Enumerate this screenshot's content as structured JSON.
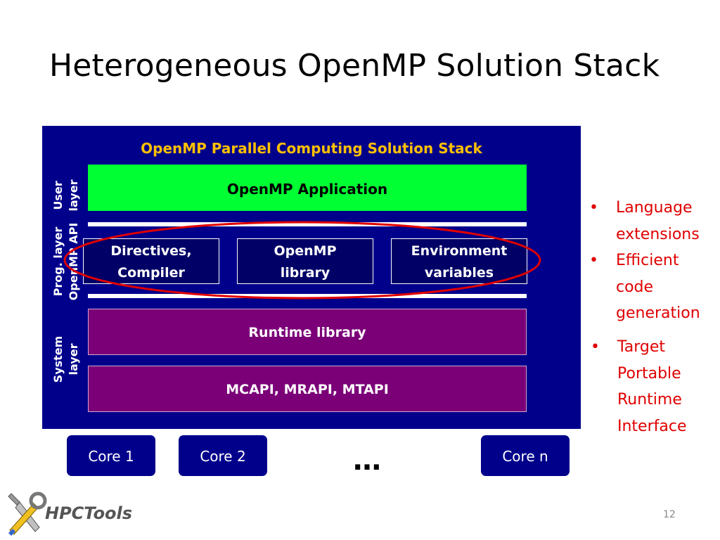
{
  "slide": {
    "title": "Heterogeneous OpenMP Solution Stack",
    "page_number": "12"
  },
  "stack": {
    "title": "OpenMP Parallel Computing Solution Stack",
    "side_labels": {
      "user": "User layer",
      "prog": "Prog. layer OpenMP API",
      "system": "System layer"
    },
    "user_line1": "User",
    "user_line2": "layer",
    "prog_line1": "Prog. layer",
    "prog_line2": "OpenMP API",
    "system_line1": "System",
    "system_line2": "layer",
    "application": "OpenMP Application",
    "api_boxes": [
      {
        "line1": "Directives,",
        "line2": "Compiler"
      },
      {
        "line1": "OpenMP",
        "line2": "library"
      },
      {
        "line1": "Environment",
        "line2": "variables"
      }
    ],
    "runtime": "Runtime library",
    "mca": "MCAPI, MRAPI, MTAPI"
  },
  "cores": [
    "Core 1",
    "Core 2",
    "Core n"
  ],
  "ellipsis": "…",
  "bullets": [
    {
      "lines": [
        "Language",
        "extensions"
      ]
    },
    {
      "lines": [
        "Efficient",
        "code",
        "generation"
      ]
    },
    {
      "lines": [
        "Target",
        "Portable",
        "Runtime",
        "Interface"
      ]
    }
  ],
  "logo": {
    "text": "HPCTools"
  },
  "colors": {
    "stack_bg": "#00008b",
    "stack_title": "#ffc000",
    "application": "#00ff33",
    "system_boxes": "#7b0078",
    "highlight_ellipse": "#e00000",
    "bullets": "#e00000"
  }
}
